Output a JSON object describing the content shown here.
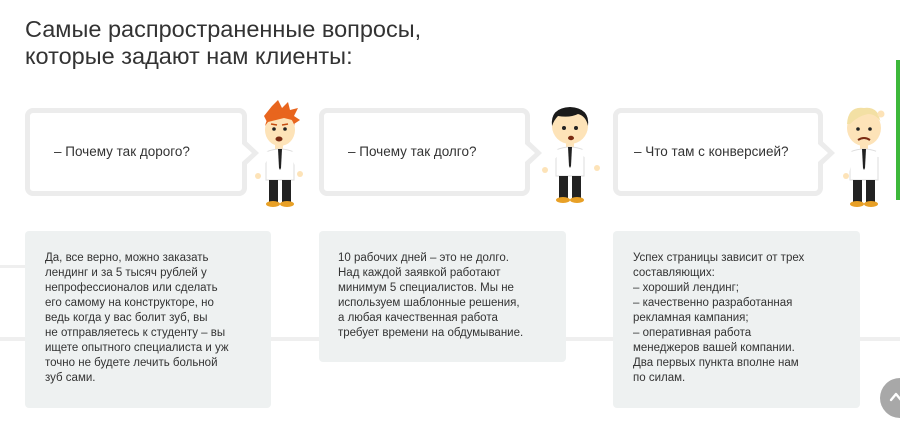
{
  "heading": {
    "line1": "Самые распространенные вопросы,",
    "line2": "которые задают нам клиенты:"
  },
  "questions": [
    {
      "text": "– Почему так дорого?",
      "character": "redhead-man-icon"
    },
    {
      "text": "– Почему так долго?",
      "character": "dark-haired-man-icon"
    },
    {
      "text": "– Что там с конверсией?",
      "character": "blond-man-scratching-head-icon"
    }
  ],
  "answers": [
    {
      "lines": [
        "Да, все верно, можно заказать",
        "лендинг и за 5 тысяч рублей у",
        "непрофессионалов или сделать",
        "его самому на конструкторе, но",
        "ведь когда у вас болит зуб, вы",
        "не отправляетесь к студенту – вы",
        "ищете опытного специалиста и уж",
        "точно не будете лечить больной",
        "зуб сами."
      ]
    },
    {
      "lines": [
        "10 рабочих дней – это не долго.",
        "Над каждой заявкой работают",
        "минимум 5 специалистов. Мы не",
        "используем шаблонные решения,",
        "а любая качественная работа",
        "требует времени на обдумывание."
      ]
    },
    {
      "lines": [
        "Успех страницы зависит от трех",
        "составляющих:",
        "– хороший лендинг;",
        "– качественно разработанная",
        "рекламная кампания;",
        "– оперативная работа",
        "менеджеров вашей компании.",
        "Два первых пункта вполне нам",
        "по силам."
      ]
    }
  ],
  "scroll_top": {
    "icon": "chevron-up-icon"
  },
  "colors": {
    "accent_green": "#3db83a",
    "card_bg": "#eef1f1",
    "bubble_border": "#ececec",
    "text": "#333333"
  }
}
